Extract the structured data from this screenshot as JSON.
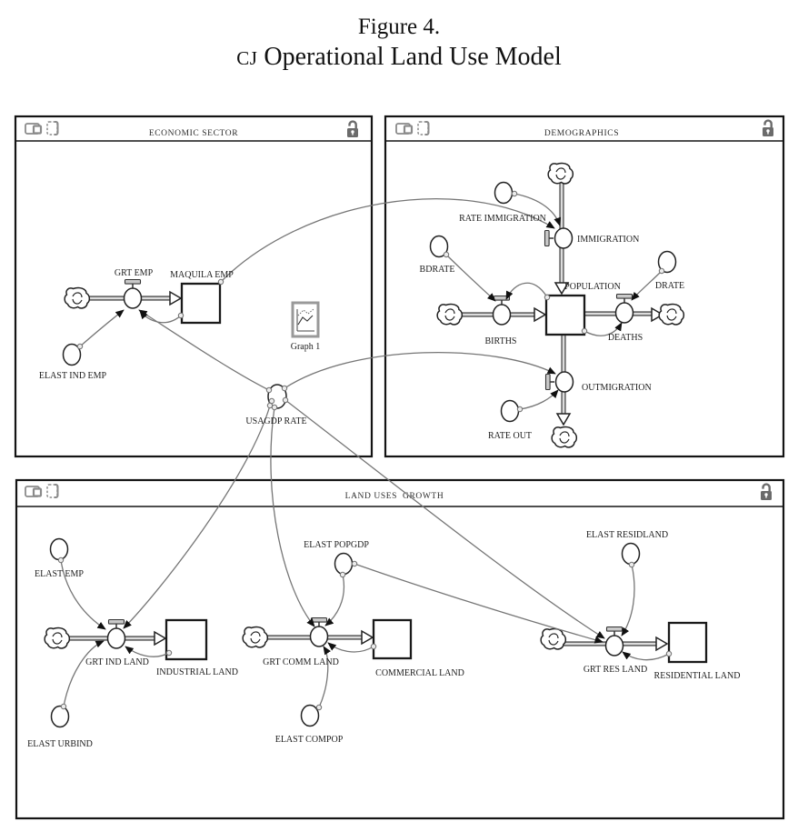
{
  "figure": {
    "caption_line1": "Figure 4.",
    "caption_prefix": "CJ",
    "caption_line2_rest": " Operational Land Use Model"
  },
  "sectors": {
    "economic": {
      "title": "ECONOMIC SECTOR",
      "stock_maquila_emp": "MAQUILA EMP",
      "flow_grt_emp": "GRT EMP",
      "conv_elast_ind_emp": "ELAST IND EMP",
      "conv_usagdp_rate": "USAGDP RATE",
      "graph_pad": "Graph 1"
    },
    "demographics": {
      "title": "DEMOGRAPHICS",
      "stock_population": "POPULATION",
      "flow_immigration": "IMMIGRATION",
      "flow_births": "BIRTHS",
      "flow_deaths": "DEATHS",
      "flow_outmigration": "OUTMIGRATION",
      "conv_rate_immigration": "RATE IMMIGRATION",
      "conv_bdrate": "BDRATE",
      "conv_drate": "DRATE",
      "conv_rate_out": "RATE OUT"
    },
    "land_uses": {
      "title": "LAND USES  GROWTH",
      "stock_industrial": "INDUSTRIAL LAND",
      "stock_commercial": "COMMERCIAL LAND",
      "stock_residential": "RESIDENTIAL LAND",
      "flow_grt_ind_land": "GRT IND LAND",
      "flow_grt_comm_land": "GRT COMM LAND",
      "flow_grt_res_land": "GRT RES LAND",
      "conv_elast_emp": "ELAST EMP",
      "conv_elast_urbind": "ELAST URBIND",
      "conv_elast_popgdp": "ELAST POPGDP",
      "conv_elast_compop": "ELAST COMPOP",
      "conv_elast_residland": "ELAST RESIDLAND"
    }
  },
  "icons": {
    "lock": "open-padlock",
    "sector_icon_1": "frame-thumbnail",
    "sector_icon_2": "dashed-page",
    "graph_pad_icon": "mini-line-chart"
  },
  "colors": {
    "frame": "#141414",
    "connector": "#767676",
    "pipe_dark": "#4a4a4a",
    "pipe_light": "#dcdcdc",
    "icon_gray": "#8a8a8a",
    "lock_gray": "#6b6b6b"
  }
}
